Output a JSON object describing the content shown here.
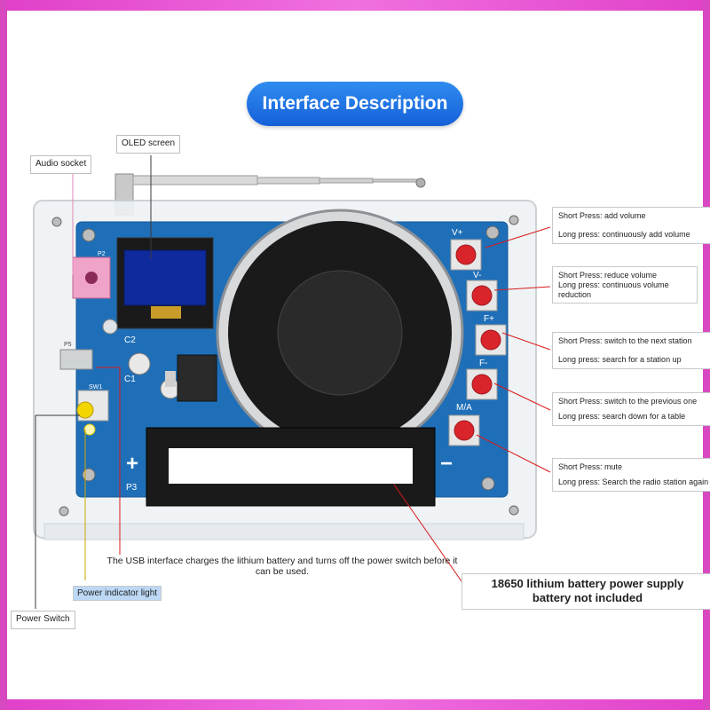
{
  "title": "Interface Description",
  "labels": {
    "audio_socket": "Audio socket",
    "oled_screen": "OLED screen",
    "power_switch": "Power Switch",
    "power_indicator": "Power indicator light"
  },
  "callouts": [
    {
      "short": "Short Press: add volume",
      "long": "Long press: continuously add volume"
    },
    {
      "short": "Short Press: reduce volume",
      "long": "Long press: continuous volume reduction"
    },
    {
      "short": "Short Press: switch to the next station",
      "long": "Long press: search for a station up"
    },
    {
      "short": "Short Press: switch to the previous one",
      "long": "Long press: search down for a table"
    },
    {
      "short": "Short Press: mute",
      "long": "Long press: Search the radio station again"
    }
  ],
  "usb_note": "The USB interface charges the lithium battery and turns off the power switch before it can be used.",
  "battery_note_1": "18650 lithium battery power supply",
  "battery_note_2": "battery not included",
  "board_text": {
    "btn_vplus": "V+",
    "btn_vminus": "V-",
    "btn_fplus": "F+",
    "btn_fminus": "F-",
    "btn_ma": "M/A",
    "plus": "+",
    "minus": "−",
    "p3": "P3",
    "c2": "C2",
    "c1": "C1",
    "sw1": "SW1",
    "p2": "P2",
    "p5": "P5"
  },
  "colors": {
    "accent": "#1e6fe6",
    "pcb": "#1f6fb8",
    "button_red": "#d8242a"
  }
}
